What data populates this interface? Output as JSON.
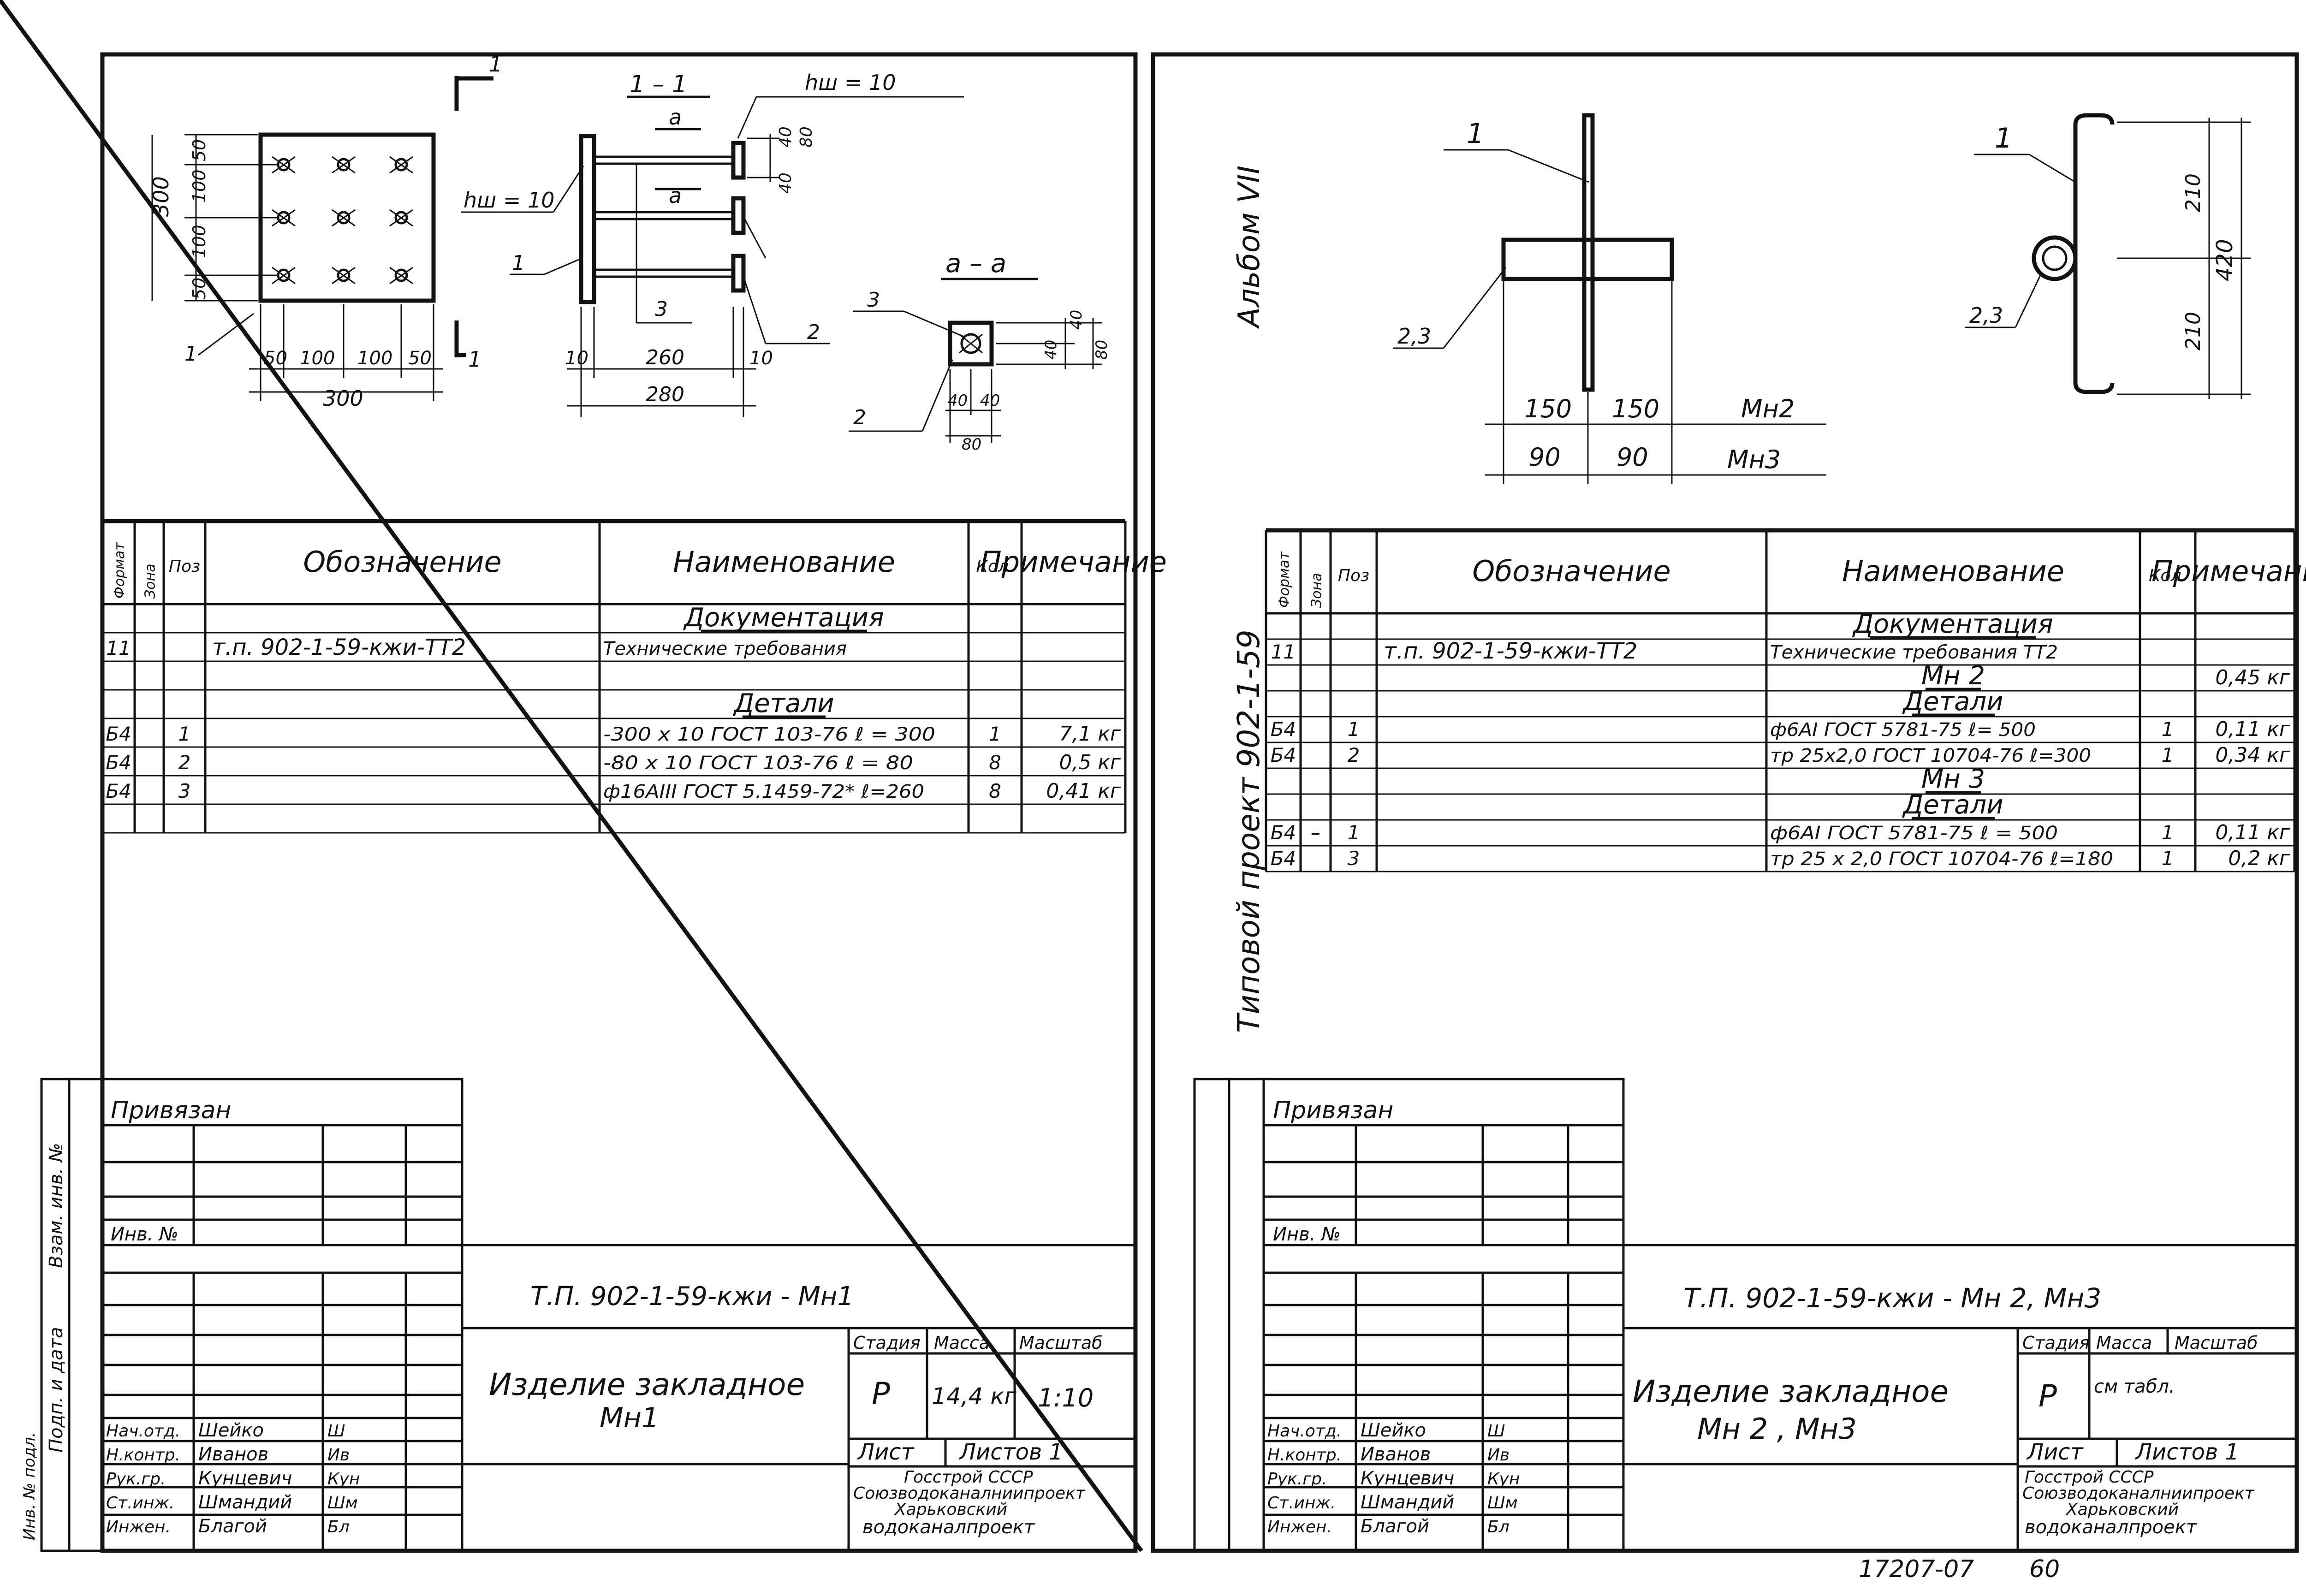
{
  "album": "Альбом VII",
  "project": "Типовой проект 902-1-59",
  "doc_number": "17207-07",
  "page_number": "60",
  "left": {
    "drawing": {
      "section_mark": "1",
      "section_label": "1 – 1",
      "view_label": "а – а",
      "cut_mark": "а",
      "weld1": "hш = 10",
      "weld2": "hш = 10",
      "overall": "300",
      "h_dims": [
        "50",
        "100",
        "100",
        "50"
      ],
      "v_dims": [
        "50",
        "100",
        "100",
        "50"
      ],
      "bottom_dims": [
        "50",
        "100",
        "100",
        "50"
      ],
      "sec_dims": [
        "10",
        "260",
        "10"
      ],
      "sec_total": "280",
      "sec_right": [
        "40",
        "40",
        "80"
      ],
      "aa_right": [
        "40",
        "40",
        "80"
      ],
      "aa_bottom": [
        "40",
        "40",
        "80"
      ],
      "callouts": [
        "1",
        "1",
        "2",
        "3",
        "3",
        "2"
      ]
    },
    "spec": {
      "headers": [
        "Формат",
        "Зона",
        "Поз",
        "Обозначение",
        "Наименование",
        "Кол.",
        "Примечание"
      ],
      "rows": [
        {
          "fmt": "",
          "zone": "",
          "pos": "",
          "des": "",
          "name": "Документация",
          "qty": "",
          "note": "",
          "u": true
        },
        {
          "fmt": "11",
          "zone": "",
          "pos": "",
          "des": "т.п. 902-1-59-кжи-ТТ2",
          "name": "Технические требования",
          "qty": "",
          "note": "",
          "u": false
        },
        {
          "fmt": "",
          "zone": "",
          "pos": "",
          "des": "",
          "name": "",
          "qty": "",
          "note": "",
          "u": false
        },
        {
          "fmt": "",
          "zone": "",
          "pos": "",
          "des": "",
          "name": "Детали",
          "qty": "",
          "note": "",
          "u": true
        },
        {
          "fmt": "Б4",
          "zone": "",
          "pos": "1",
          "des": "",
          "name": "-300 х 10 ГОСТ 103-76  ℓ = 300",
          "qty": "1",
          "note": "7,1 кг",
          "u": false
        },
        {
          "fmt": "Б4",
          "zone": "",
          "pos": "2",
          "des": "",
          "name": "-80 х 10 ГОСТ 103-76  ℓ = 80",
          "qty": "8",
          "note": "0,5 кг",
          "u": false
        },
        {
          "fmt": "Б4",
          "zone": "",
          "pos": "3",
          "des": "",
          "name": "ф16АIII ГОСТ 5.1459-72* ℓ=260",
          "qty": "8",
          "note": "0,41 кг",
          "u": false
        },
        {
          "fmt": "",
          "zone": "",
          "pos": "",
          "des": "",
          "name": "",
          "qty": "",
          "note": "",
          "u": false
        }
      ]
    },
    "stamp": {
      "privyazan": "Привязан",
      "inv": "Инв. №",
      "side_labels": [
        "Инв. № подл.",
        "Подп. и дата",
        "Взам. инв. №"
      ],
      "code": "Т.П. 902-1-59-кжи - Мн1",
      "title1": "Изделие закладное",
      "title2": "Мн1",
      "stage_h": "Стадия",
      "mass_h": "Масса",
      "scale_h": "Масштаб",
      "stage": "Р",
      "mass": "14,4 кг",
      "scale": "1:10",
      "sheet_h": "Лист",
      "sheets_h": "Листов 1",
      "org": [
        "Госстрой СССР",
        "Союзводоканалниипроект",
        "Харьковский",
        "водоканалпроект"
      ],
      "roles": [
        {
          "role": "Нач.отд.",
          "name": "Шейко",
          "sign": "Ш"
        },
        {
          "role": "Н.контр.",
          "name": "Иванов",
          "sign": "Ив"
        },
        {
          "role": "Рук.гр.",
          "name": "Кунцевич",
          "sign": "Кун"
        },
        {
          "role": "Ст.инж.",
          "name": "Шмандий",
          "sign": "Шм"
        },
        {
          "role": "Инжен.",
          "name": "Благой",
          "sign": "Бл"
        }
      ]
    }
  },
  "right": {
    "drawing": {
      "callouts": [
        "1",
        "1",
        "2,3",
        "2,3"
      ],
      "top_dims": [
        "150",
        "150"
      ],
      "top_label": "Мн2",
      "bot_dims": [
        "90",
        "90"
      ],
      "bot_label": "Мн3",
      "v_dims": [
        "210",
        "210"
      ],
      "v_total": "420"
    },
    "spec": {
      "headers": [
        "Формат",
        "Зона",
        "Поз",
        "Обозначение",
        "Наименование",
        "Кол.",
        "Примечание"
      ],
      "rows": [
        {
          "fmt": "",
          "zone": "",
          "pos": "",
          "des": "",
          "name": "Документация",
          "qty": "",
          "note": "",
          "u": true
        },
        {
          "fmt": "11",
          "zone": "",
          "pos": "",
          "des": "т.п. 902-1-59-кжи-ТТ2",
          "name": "Технические требования ТТ2",
          "qty": "",
          "note": "",
          "u": false
        },
        {
          "fmt": "",
          "zone": "",
          "pos": "",
          "des": "",
          "name": "Мн 2",
          "qty": "",
          "note": "0,45 кг",
          "u": true
        },
        {
          "fmt": "",
          "zone": "",
          "pos": "",
          "des": "",
          "name": "Детали",
          "qty": "",
          "note": "",
          "u": true
        },
        {
          "fmt": "Б4",
          "zone": "",
          "pos": "1",
          "des": "",
          "name": "ф6АI ГОСТ 5781-75 ℓ= 500",
          "qty": "1",
          "note": "0,11 кг",
          "u": false
        },
        {
          "fmt": "Б4",
          "zone": "",
          "pos": "2",
          "des": "",
          "name": "тр 25х2,0 ГОСТ 10704-76 ℓ=300",
          "qty": "1",
          "note": "0,34 кг",
          "u": false
        },
        {
          "fmt": "",
          "zone": "",
          "pos": "",
          "des": "",
          "name": "Мн 3",
          "qty": "",
          "note": "",
          "u": true
        },
        {
          "fmt": "",
          "zone": "",
          "pos": "",
          "des": "",
          "name": "Детали",
          "qty": "",
          "note": "",
          "u": true
        },
        {
          "fmt": "Б4",
          "zone": "–",
          "pos": "1",
          "des": "",
          "name": "ф6АI ГОСТ 5781-75  ℓ = 500",
          "qty": "1",
          "note": "0,11 кг",
          "u": false
        },
        {
          "fmt": "Б4",
          "zone": "",
          "pos": "3",
          "des": "",
          "name": "тр 25 х 2,0 ГОСТ 10704-76 ℓ=180",
          "qty": "1",
          "note": "0,2 кг",
          "u": false
        }
      ]
    },
    "stamp": {
      "privyazan": "Привязан",
      "inv": "Инв. №",
      "code": "Т.П. 902-1-59-кжи - Мн 2, Мн3",
      "title1": "Изделие закладное",
      "title2": "Мн 2 ,  Мн3",
      "stage_h": "Стадия",
      "mass_h": "Масса",
      "scale_h": "Масштаб",
      "stage": "Р",
      "mass": "см табл.",
      "scale": "",
      "sheet_h": "Лист",
      "sheets_h": "Листов 1",
      "org": [
        "Госстрой СССР",
        "Союзводоканалниипроект",
        "Харьковский",
        "водоканалпроект"
      ],
      "roles": [
        {
          "role": "Нач.отд.",
          "name": "Шейко",
          "sign": "Ш"
        },
        {
          "role": "Н.контр.",
          "name": "Иванов",
          "sign": "Ив"
        },
        {
          "role": "Рук.гр.",
          "name": "Кунцевич",
          "sign": "Кун"
        },
        {
          "role": "Ст.инж.",
          "name": "Шмандий",
          "sign": "Шм"
        },
        {
          "role": "Инжен.",
          "name": "Благой",
          "sign": "Бл"
        }
      ]
    }
  }
}
